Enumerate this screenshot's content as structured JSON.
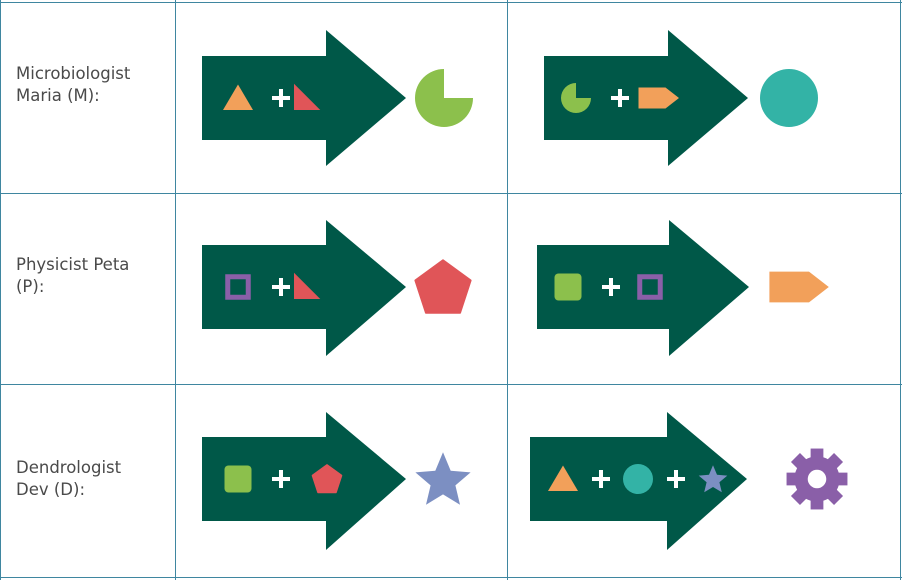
{
  "rows": [
    {
      "scientist": "Microbiologist\nMaria (M):",
      "reactions": [
        {
          "inputs": [
            "triangle",
            "corner-triangle"
          ],
          "output": "pac-circle"
        },
        {
          "inputs": [
            "pac-circle",
            "arrow-pentagon"
          ],
          "output": "circle"
        }
      ]
    },
    {
      "scientist": "Physicist Peta\n(P):",
      "reactions": [
        {
          "inputs": [
            "hollow-square",
            "corner-triangle"
          ],
          "output": "pentagon"
        },
        {
          "inputs": [
            "rounded-square",
            "hollow-square"
          ],
          "output": "arrow-pentagon"
        }
      ]
    },
    {
      "scientist": "Dendrologist\nDev (D):",
      "reactions": [
        {
          "inputs": [
            "rounded-square",
            "pentagon"
          ],
          "output": "star"
        },
        {
          "inputs": [
            "triangle",
            "circle",
            "star"
          ],
          "output": "gear"
        }
      ]
    }
  ],
  "colors": {
    "arrow": "#005848",
    "grid": "#3f86a0",
    "triangle": "#f2a05a",
    "corner-triangle": "#e05558",
    "pac-circle": "#8cc04c",
    "arrow-pentagon": "#f2a05a",
    "circle": "#33b3a6",
    "hollow-square": "#8a5fa8",
    "rounded-square": "#8cc04c",
    "pentagon": "#e05558",
    "star": "#7c8fc2",
    "gear": "#8a5fa8",
    "plus": "#ffffff"
  }
}
